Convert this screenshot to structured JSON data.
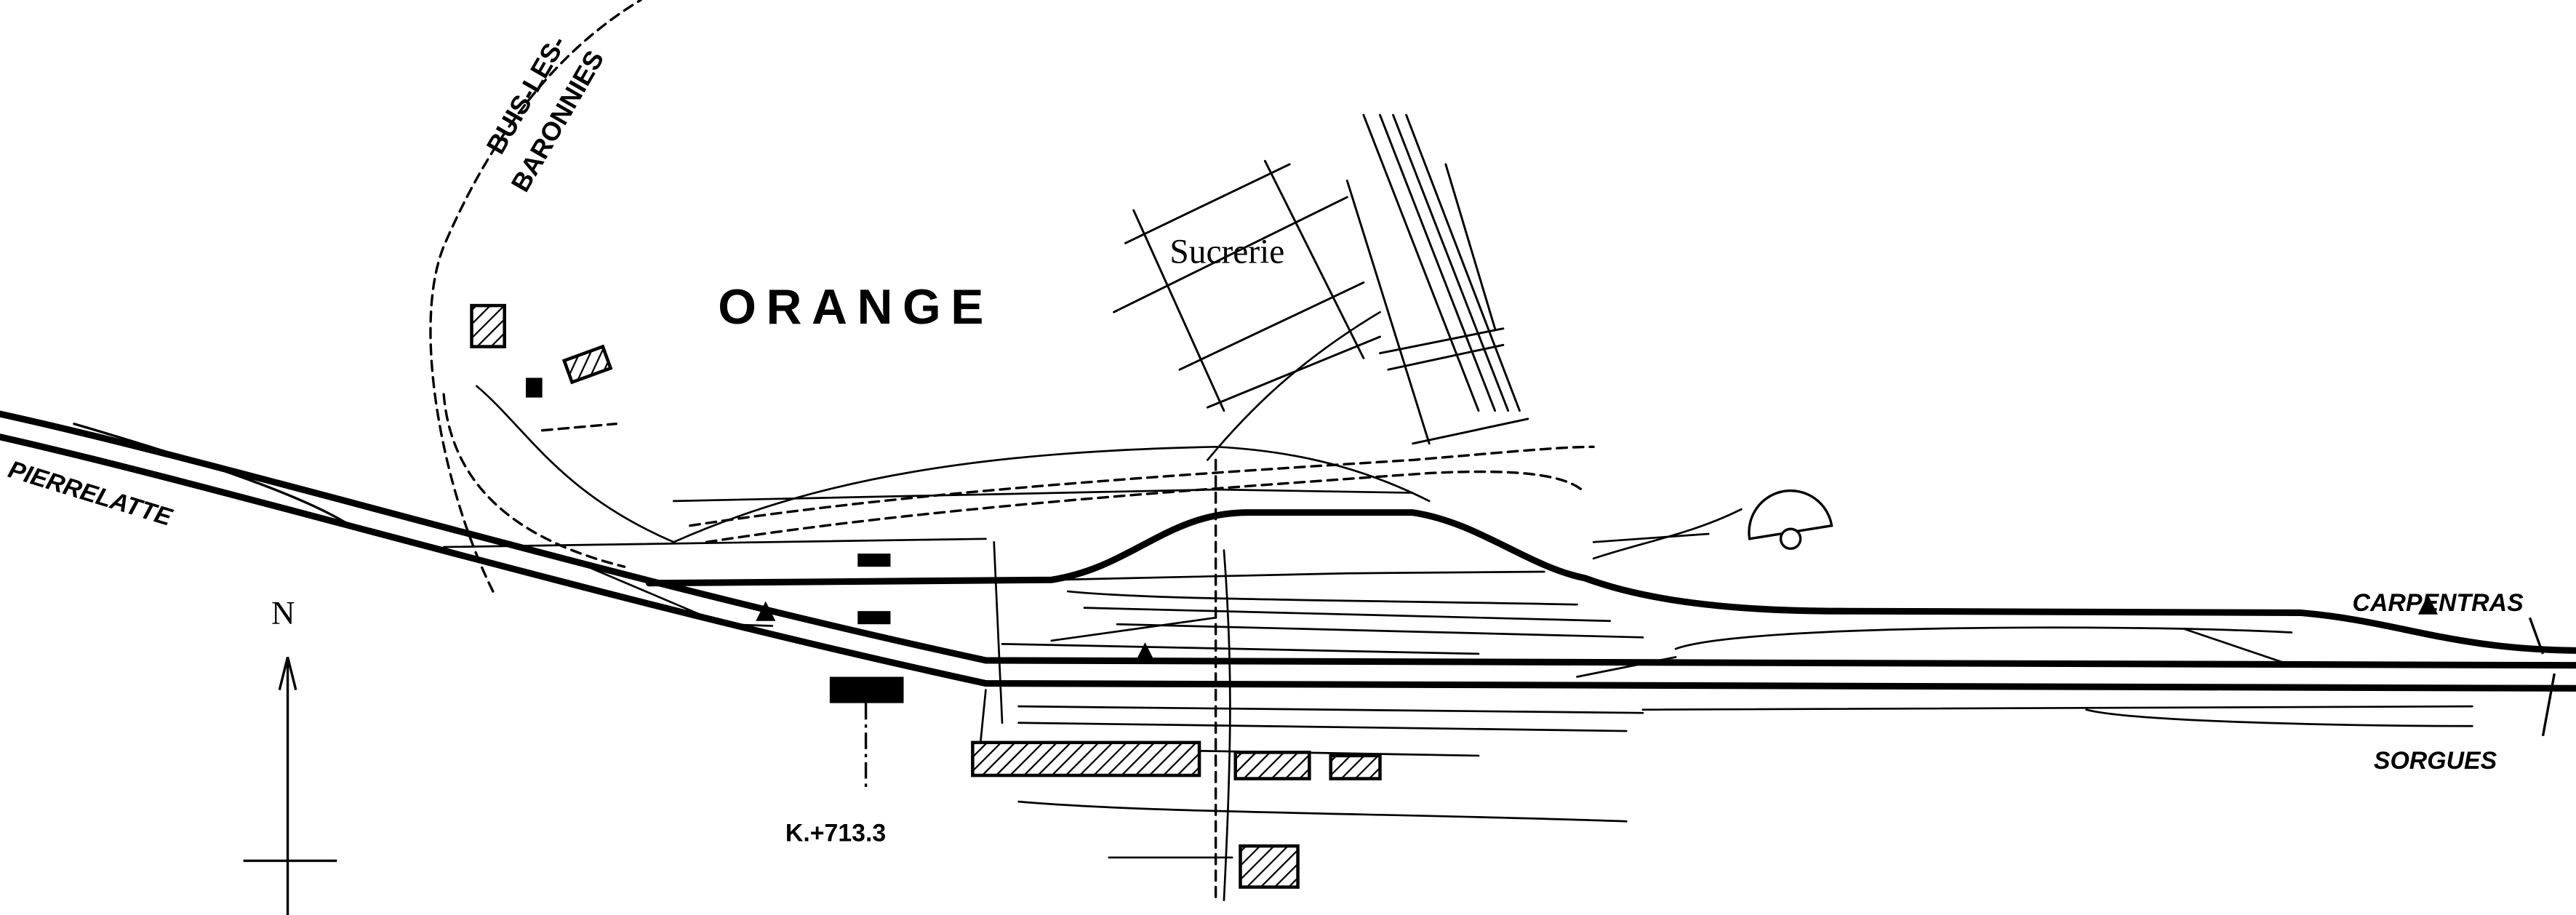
{
  "diagram": {
    "station": "ORANGE",
    "industry": "Sucrerie",
    "north": "N",
    "kilometre_post": "K.+713.3",
    "destinations": {
      "branch_line_1": "BUIS-LES-",
      "branch_line_2": "BARONNIES",
      "west": "PIERRELATTE",
      "east_upper": "CARPENTRAS",
      "east_lower": "SORGUES"
    },
    "colors": {
      "ink": "#000000",
      "paper": "#ffffff"
    }
  }
}
